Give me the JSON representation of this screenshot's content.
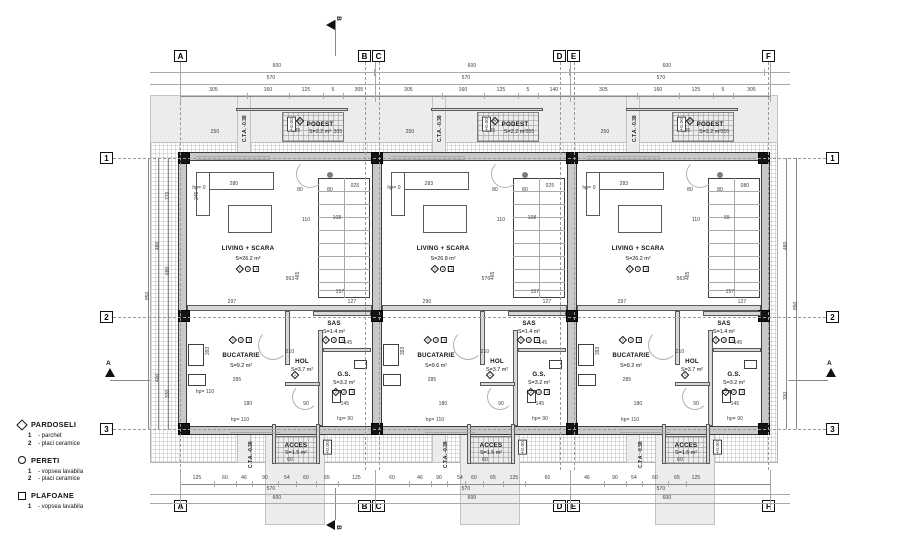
{
  "drawing": {
    "type": "architectural-floor-plan",
    "title_visible": false,
    "level_marks": {
      "ground": "+0.00",
      "terrain": "C.T.A. -0.38",
      "access": "+0.00"
    },
    "section_markers": {
      "top": "B",
      "bottom": "B",
      "left": "A",
      "right": "A"
    }
  },
  "grid": {
    "top_labels": [
      "A",
      "B",
      "C",
      "D",
      "E",
      "F"
    ],
    "bottom_labels": [
      "A",
      "B",
      "C",
      "D",
      "E",
      "F"
    ],
    "left_labels": [
      "1",
      "2",
      "3"
    ],
    "right_labels": [
      "1",
      "2",
      "3"
    ]
  },
  "dimensions": {
    "top_overall": [
      "600",
      "600",
      "600"
    ],
    "top_second": [
      "570",
      "570",
      "570"
    ],
    "top_chain": [
      "305",
      "160",
      "125",
      "5",
      "5",
      "305",
      "160",
      "125",
      "5",
      "140",
      "305",
      "160",
      "125",
      "5",
      "5",
      "305"
    ],
    "bottom_overall": [
      "600",
      "600",
      "600"
    ],
    "bottom_second": [
      "570",
      "570",
      "570"
    ],
    "bottom_chain": [
      "125",
      "60",
      "46",
      "90",
      "54",
      "60",
      "65",
      "125",
      "60",
      "46",
      "90",
      "54",
      "60",
      "65",
      "125",
      "60",
      "46",
      "90",
      "54",
      "60",
      "65",
      "125"
    ],
    "left_chain": [
      "770",
      "480",
      "680",
      "850",
      "330",
      "400"
    ],
    "right_chain": [
      "480",
      "850",
      "330"
    ],
    "inner_top": [
      "250",
      "305",
      "355",
      "355"
    ],
    "misc": [
      "280",
      "283",
      "245",
      "465",
      "563",
      "576",
      "297",
      "290",
      "393",
      "285",
      "145",
      "210",
      "108",
      "55",
      "80",
      "90",
      "60",
      "110",
      "157",
      "127",
      "025",
      "30",
      "230"
    ]
  },
  "rooms": {
    "units": [
      {
        "unit": 1,
        "podest": {
          "name": "PODEST",
          "area": "S=2.2 m²",
          "dim": "205"
        },
        "living": {
          "name": "LIVING + SCARA",
          "area": "S=26.2 m²"
        },
        "bucatarie": {
          "name": "BUCATARIE",
          "area": "S=9.2 m²"
        },
        "hol": {
          "name": "HOL",
          "area": "S=3.7 m²"
        },
        "sas": {
          "name": "SAS",
          "area": "S=1.4 m²"
        },
        "gs": {
          "name": "G.S.",
          "area": "S=3.2 m²"
        },
        "acces": {
          "name": "ACCES",
          "area": "S=1.5 m²"
        }
      },
      {
        "unit": 2,
        "podest": {
          "name": "PODEST",
          "area": "S=2.2 m²",
          "dim": "205"
        },
        "living": {
          "name": "LIVING + SCARA",
          "area": "S=26.8 m²"
        },
        "bucatarie": {
          "name": "BUCATARIE",
          "area": "S=9.6 m²"
        },
        "hol": {
          "name": "HOL",
          "area": "S=3.7 m²"
        },
        "sas": {
          "name": "SAS",
          "area": "S=1.4 m²"
        },
        "gs": {
          "name": "G.S.",
          "area": "S=3.2 m²"
        },
        "acces": {
          "name": "ACCES",
          "area": "S=1.5 m²"
        }
      },
      {
        "unit": 3,
        "podest": {
          "name": "PODEST",
          "area": "S=2.2 m²",
          "dim": "205"
        },
        "living": {
          "name": "LIVING + SCARA",
          "area": "S=26.2 m²"
        },
        "bucatarie": {
          "name": "BUCATARIE",
          "area": "S=9.2 m²"
        },
        "hol": {
          "name": "HOL",
          "area": "S=3.7 m²"
        },
        "sas": {
          "name": "SAS",
          "area": "S=1.4 m²"
        },
        "gs": {
          "name": "G.S.",
          "area": "S=3.2 m²"
        },
        "acces": {
          "name": "ACCES",
          "area": "S=1.5 m²"
        }
      }
    ]
  },
  "legend": {
    "blocks": [
      {
        "symbol": "diamond",
        "title": "PARDOSELI",
        "items": [
          {
            "num": "1",
            "text": "- parchet"
          },
          {
            "num": "2",
            "text": "- placi ceramice"
          }
        ]
      },
      {
        "symbol": "circle",
        "title": "PERETI",
        "items": [
          {
            "num": "1",
            "text": "- vopsea lavabila"
          },
          {
            "num": "2",
            "text": "- placi ceramice"
          }
        ]
      },
      {
        "symbol": "square",
        "title": "PLAFOANE",
        "items": [
          {
            "num": "1",
            "text": "- vopsea lavabila"
          }
        ]
      }
    ]
  },
  "annotations": {
    "window_head": "hp= 0",
    "door_head": "hp= 110",
    "door_head2": "hp= 90"
  },
  "colors": {
    "wall_fill": "#c9c9c9",
    "column": "#141414",
    "line": "#8a8a8a",
    "terrace": "#ececec",
    "text": "#111111"
  }
}
